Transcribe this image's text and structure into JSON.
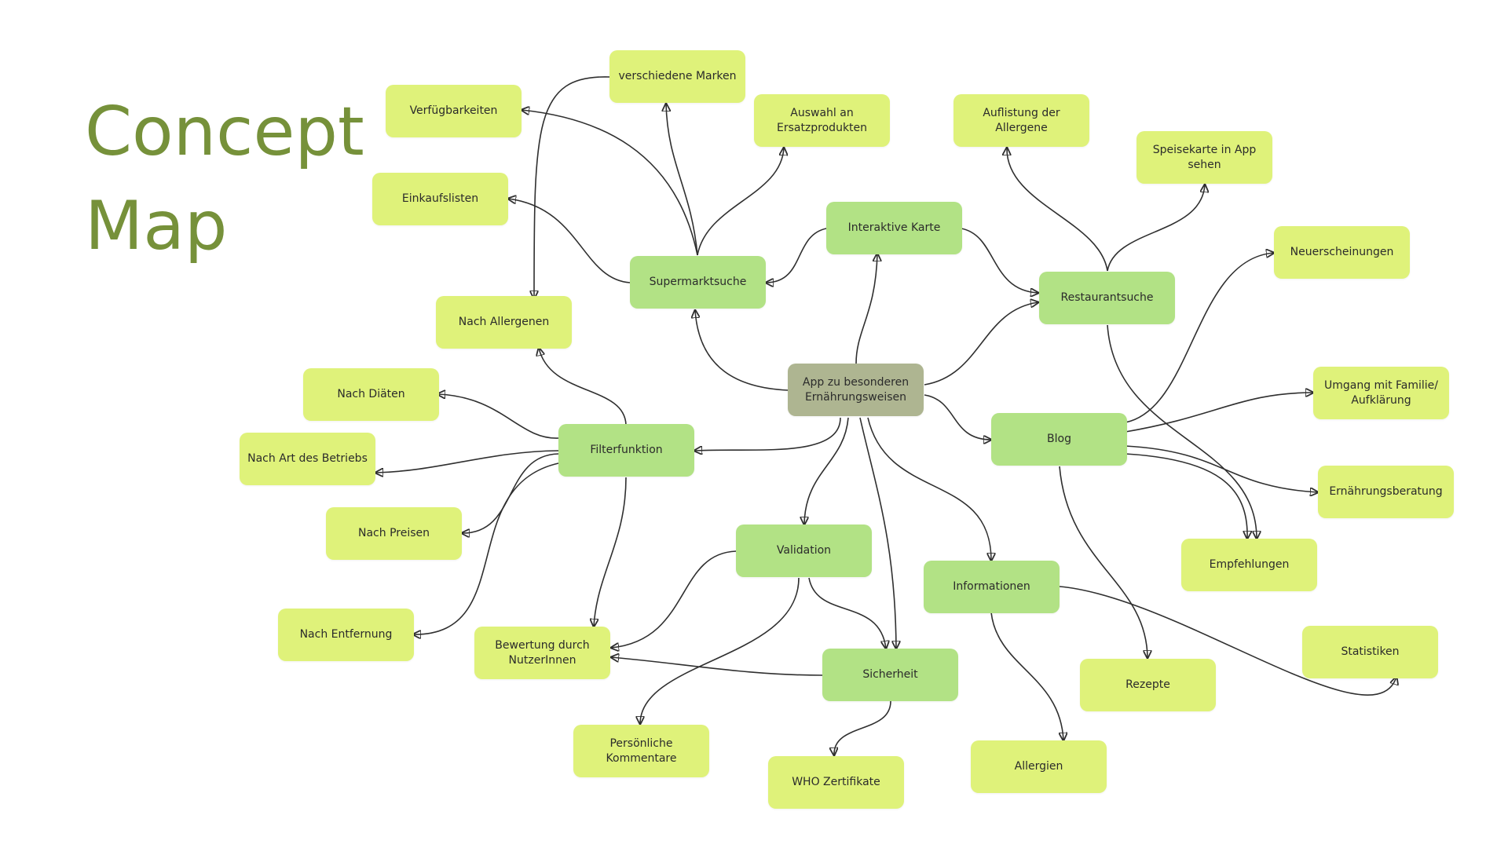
{
  "title": {
    "line1": "Concept",
    "line2": "Map"
  },
  "colors": {
    "title": "#76913a",
    "leaf": "#dff27a",
    "mid": "#b2e285",
    "center": "#aeb591",
    "link": "#2f2f2f"
  },
  "nodes": {
    "center": "App zu besonderen Ernährungsweisen",
    "supermarktsuche": "Supermarktsuche",
    "interaktive_karte": "Interaktive Karte",
    "restaurantsuche": "Restaurantsuche",
    "filterfunktion": "Filterfunktion",
    "blog": "Blog",
    "validation": "Validation",
    "informationen": "Informationen",
    "sicherheit": "Sicherheit",
    "verfuegbarkeiten": "Verfügbarkeiten",
    "marken": "verschiedene Marken",
    "ersatzprodukte": "Auswahl an Ersatzprodukten",
    "einkaufslisten": "Einkaufslisten",
    "nach_allergenen": "Nach Allergenen",
    "allergene_liste": "Auflistung der Allergene",
    "speisekarte": "Speisekarte in App sehen",
    "neuerscheinungen": "Neuerscheinungen",
    "familie": "Umgang mit Familie/ Aufklärung",
    "ernaehrungsberatung": "Ernährungsberatung",
    "empfehlungen": "Empfehlungen",
    "statistiken": "Statistiken",
    "rezepte": "Rezepte",
    "allergien": "Allergien",
    "who": "WHO Zertifikate",
    "kommentare": "Persönliche Kommentare",
    "bewertung": "Bewertung durch NutzerInnen",
    "diaeten": "Nach Diäten",
    "art_betrieb": "Nach Art des Betriebs",
    "preise": "Nach Preisen",
    "entfernung": "Nach Entfernung"
  }
}
